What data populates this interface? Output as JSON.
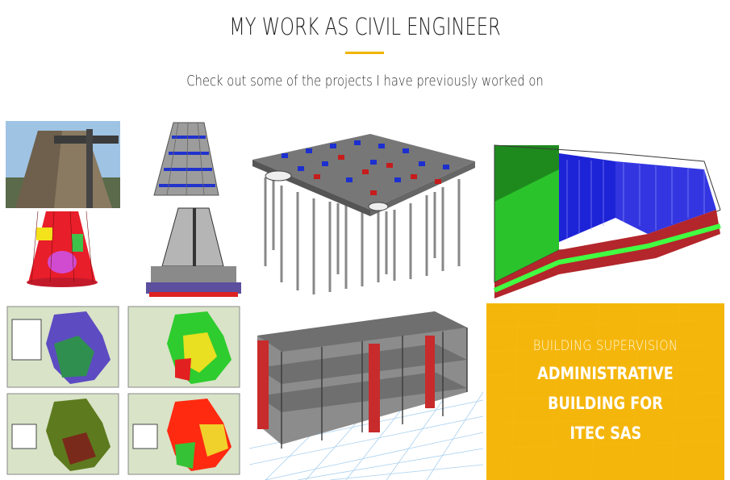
{
  "section": {
    "title": "MY WORK AS CIVIL ENGINEER",
    "subtitle": "Check out some of the projects I have previously worked on"
  },
  "colors": {
    "accent": "#f0b400",
    "overlay": "#f5b60a"
  },
  "portfolio": {
    "items": [
      {
        "name": "silo-tower-analysis",
        "icon": "tower-photo-and-fem-model"
      },
      {
        "name": "silo-foundation-model",
        "icon": "conical-structure-models"
      },
      {
        "name": "pile-foundation-slab",
        "icon": "pile-foundation-3d-model"
      },
      {
        "name": "industrial-roof-structure",
        "icon": "steel-frame-3d-model"
      },
      {
        "name": "hydrological-maps",
        "icon": "bolivia-thematic-maps"
      },
      {
        "name": "frame-building-model",
        "icon": "concrete-frame-3d-model"
      },
      {
        "name": "administrative-building",
        "category": "BUILDING SUPERVISION",
        "title_line1": "ADMINISTRATIVE BUILDING FOR",
        "title_line2": "ITEC SAS"
      }
    ]
  }
}
